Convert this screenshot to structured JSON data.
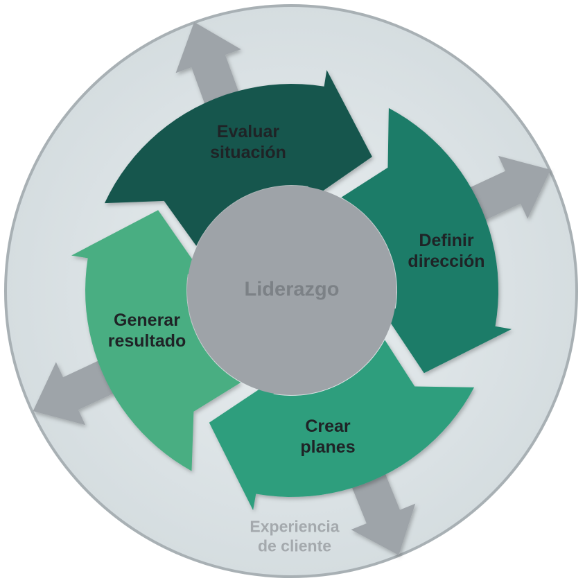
{
  "diagram": {
    "center": {
      "label": "Liderazgo",
      "color": "#9ea3a8"
    },
    "outer_ring": {
      "label_line1": "Experiencia",
      "label_line2": "de cliente",
      "fill": "#dde4e6",
      "border": "#a8b0b4",
      "arrow_color": "#9ea4a9"
    },
    "stages": [
      {
        "line1": "Evaluar",
        "line2": "situación",
        "color": "#14564e"
      },
      {
        "line1": "Definir",
        "line2": "dirección",
        "color": "#1a7c67"
      },
      {
        "line1": "Crear",
        "line2": "planes",
        "color": "#2e9e7d"
      },
      {
        "line1": "Generar",
        "line2": "resultado",
        "color": "#4aae82"
      }
    ]
  }
}
